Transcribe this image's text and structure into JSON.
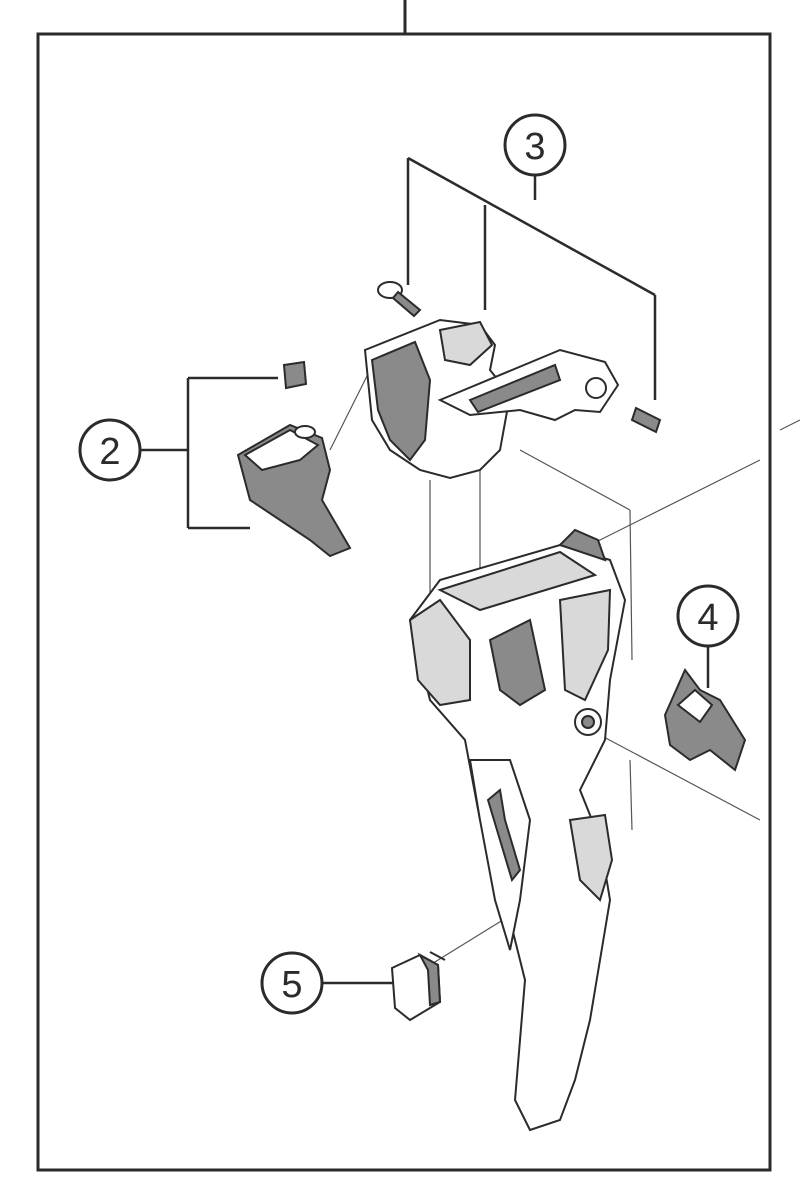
{
  "diagram": {
    "callouts": [
      {
        "id": "callout-2",
        "label": "2"
      },
      {
        "id": "callout-3",
        "label": "3"
      },
      {
        "id": "callout-4",
        "label": "4"
      },
      {
        "id": "callout-5",
        "label": "5"
      }
    ],
    "colors": {
      "line": "#2b2b2b",
      "part_shade": "#8a8a8a",
      "part_light": "#d9d9d9",
      "part_white": "#ffffff",
      "background": "#ffffff"
    }
  }
}
